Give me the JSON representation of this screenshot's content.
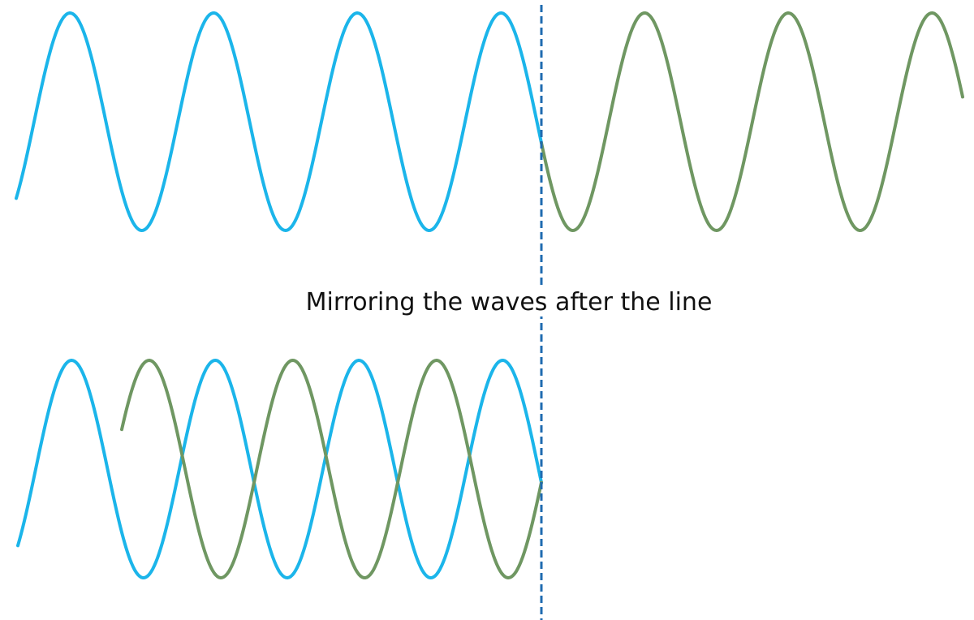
{
  "caption": "Mirroring the waves after the line",
  "colors": {
    "original_wave": "#1BB5EA",
    "mirrored_wave": "#6F9762",
    "mirror_line": "#1F6BB0",
    "caption_text": "#111111"
  },
  "panels": [
    {
      "id": "before-mirroring",
      "waves": [
        {
          "role": "original",
          "side": "left-of-line"
        },
        {
          "role": "continuation",
          "side": "right-of-line"
        }
      ]
    },
    {
      "id": "after-mirroring",
      "waves": [
        {
          "role": "original",
          "side": "left-of-line"
        },
        {
          "role": "mirrored",
          "side": "folded-back-over-left"
        }
      ]
    }
  ]
}
